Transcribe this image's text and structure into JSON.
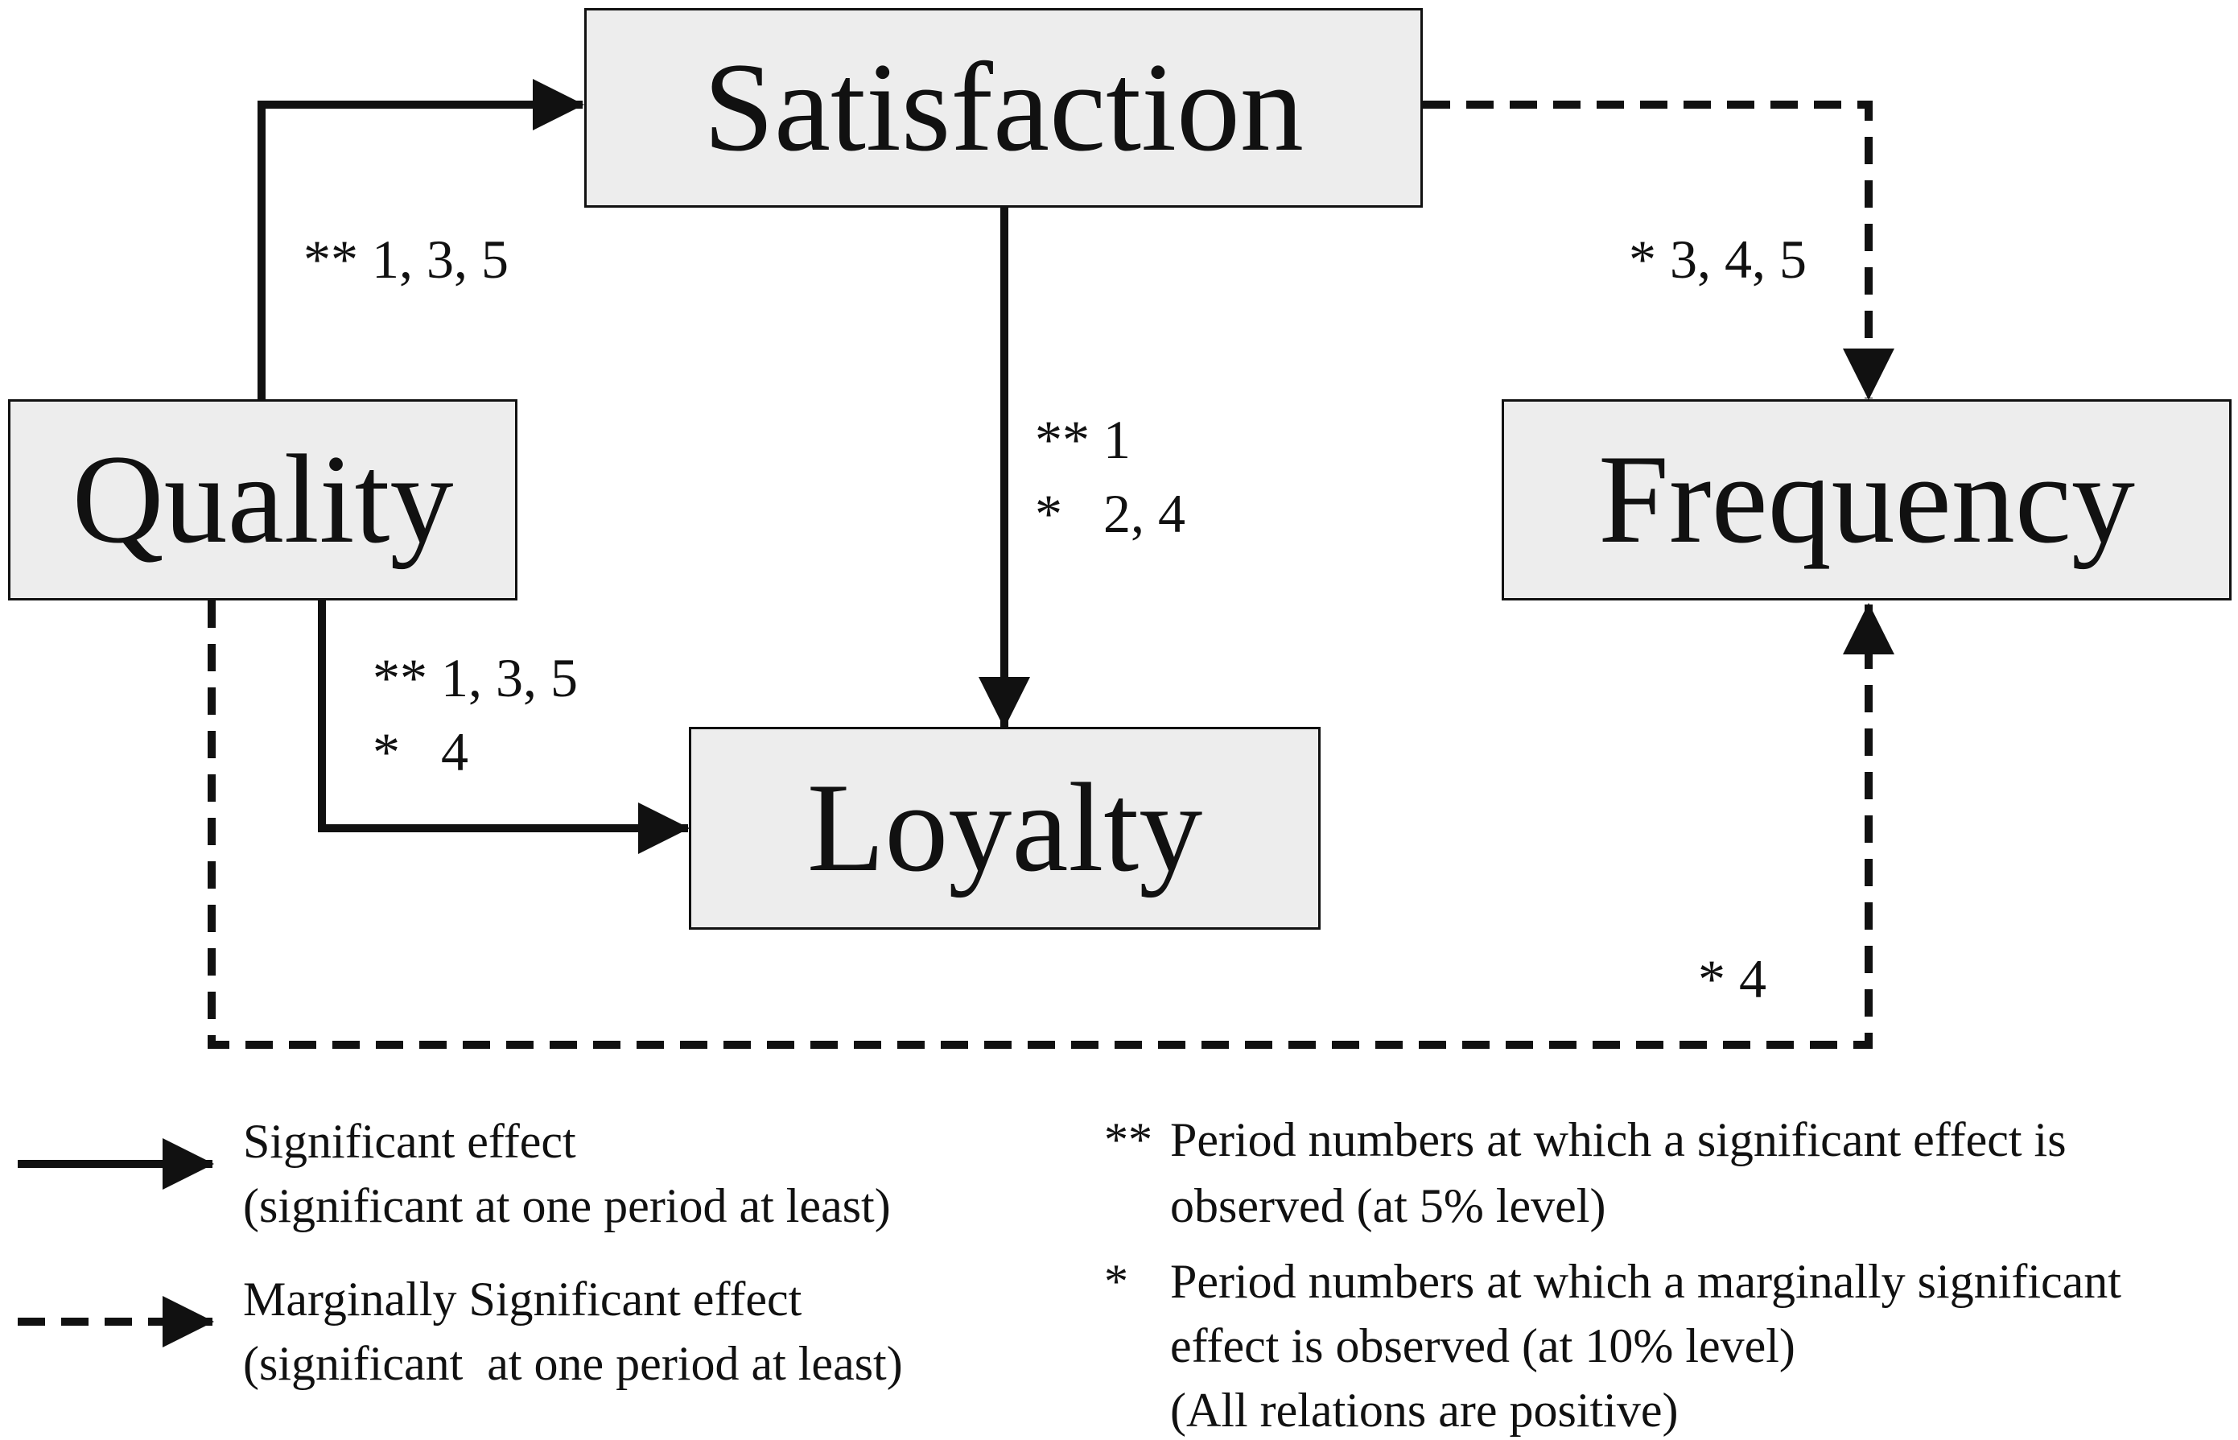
{
  "nodes": {
    "satisfaction": "Satisfaction",
    "quality": "Quality",
    "frequency": "Frequency",
    "loyalty": "Loyalty"
  },
  "edge_labels": {
    "quality_satisfaction": "** 1, 3, 5",
    "satisfaction_frequency": "* 3, 4, 5",
    "satisfaction_loyalty_sig": "** 1",
    "satisfaction_loyalty_marg": "*   2, 4",
    "quality_loyalty_sig": "** 1, 3, 5",
    "quality_loyalty_marg": "*   4",
    "quality_frequency": "* 4"
  },
  "legend": {
    "solid_line1": "Significant effect",
    "solid_line2": "(significant at one period at least)",
    "dashed_line1": "Marginally Significant effect",
    "dashed_line2": "(significant  at one period at least)",
    "sig_marker": "**",
    "sig_line1": "Period numbers at which a significant effect is",
    "sig_line2": "observed (at 5% level)",
    "marg_marker": "*",
    "marg_line1": "Period numbers at which a marginally significant",
    "marg_line2": "effect is observed (at 10% level)",
    "note": "(All relations are positive)"
  },
  "colors": {
    "box_fill": "#ededed",
    "stroke": "#111111"
  }
}
